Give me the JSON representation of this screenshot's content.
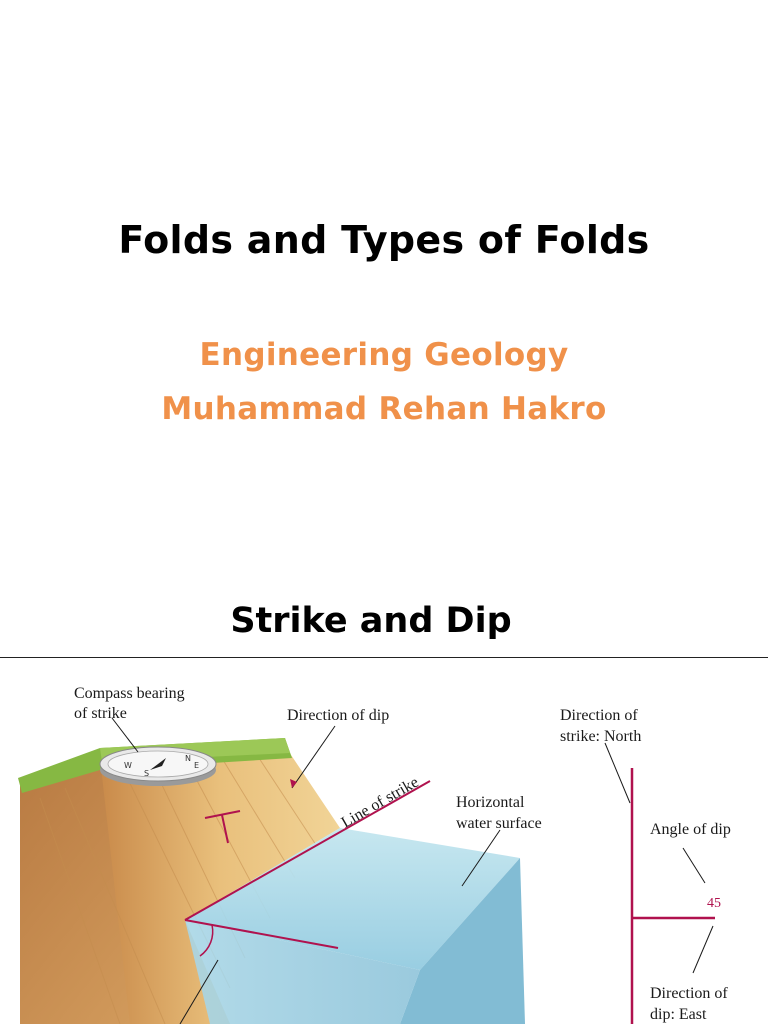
{
  "slide1": {
    "title": "Folds and Types of Folds",
    "subtitle_line1": "Engineering Geology",
    "subtitle_line2": "Muhammad Rehan Hakro"
  },
  "slide2": {
    "title": "Strike and Dip"
  },
  "diagram": {
    "compass_label_line1": "Compass bearing",
    "compass_label_line2": "of strike",
    "direction_of_dip": "Direction of dip",
    "line_of_strike": "Line of strike",
    "horizontal_line1": "Horizontal",
    "horizontal_line2": "water surface",
    "strike_dir_line1": "Direction of",
    "strike_dir_line2": "strike: North",
    "angle_of_dip": "Angle of dip",
    "angle_value": "45",
    "dip_dir_line1": "Direction of",
    "dip_dir_line2": "dip: East"
  },
  "colors": {
    "accent": "#f0914a",
    "symbol": "#b0124e",
    "water": "#a8d6e4",
    "rock": "#e8c480",
    "grass": "#86b843"
  }
}
